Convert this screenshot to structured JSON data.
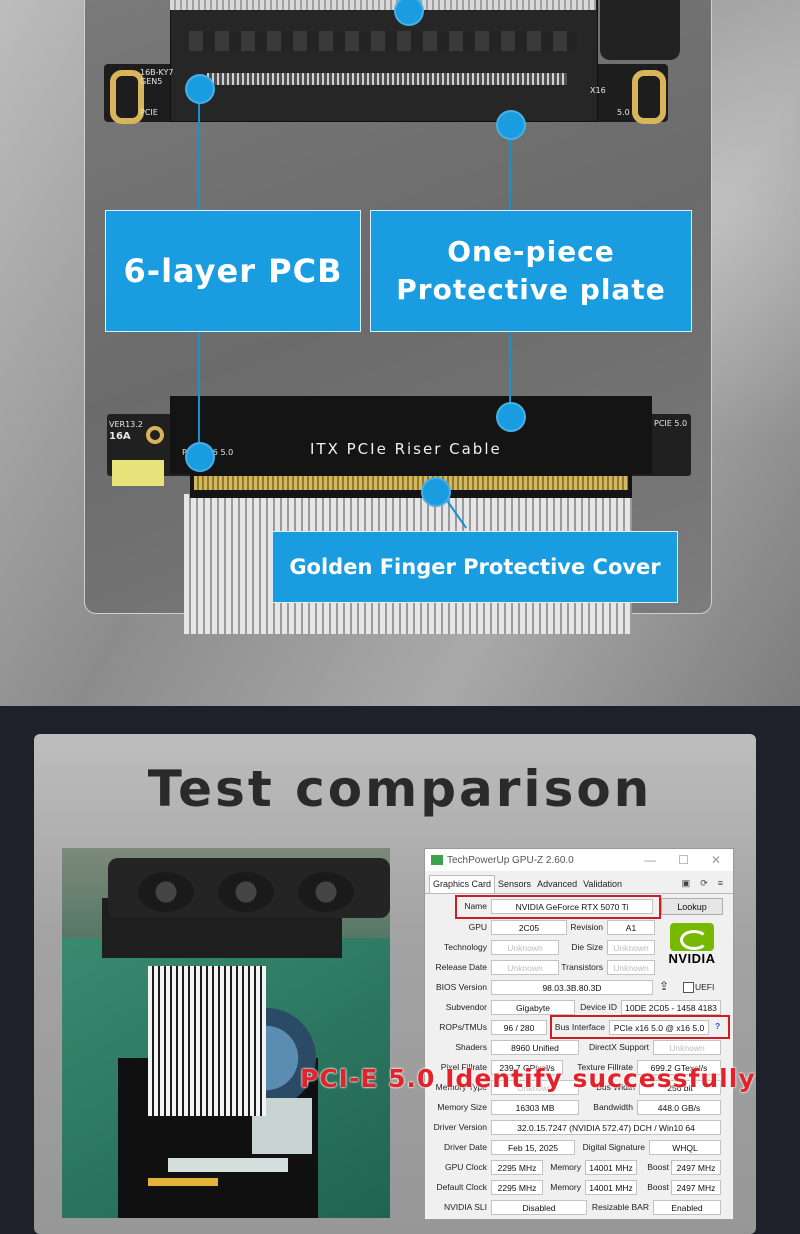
{
  "labels": {
    "pcb": "6-layer PCB",
    "plate_line1": "One-piece",
    "plate_line2": "Protective plate",
    "golden": "Golden Finger Protective Cover"
  },
  "silkscreen": {
    "top_left": "16B-KY7",
    "top_left2": "GEN5",
    "pcie_small": "PCIE",
    "x16": "X16",
    "gen_top": "5.0",
    "ver": "VER13.2",
    "amp": "16A",
    "pcie_gen": "PCIE 5.0",
    "slot_small": "PCIe X16 5.0",
    "riser_title": "ITX PCIe Riser Cable"
  },
  "section_title": "Test comparison",
  "overlay_caption": "PCI-E 5.0 Identify successfully",
  "gpuz": {
    "window_title": "TechPowerUp GPU-Z 2.60.0",
    "tabs": [
      "Graphics Card",
      "Sensors",
      "Advanced",
      "Validation"
    ],
    "lookup": "Lookup",
    "uefi": "UEFI",
    "logo_text": "NVIDIA",
    "rows": [
      {
        "label": "Name",
        "value": "NVIDIA GeForce RTX 5070 Ti"
      },
      {
        "label": "GPU",
        "value": "2C05",
        "label2": "Revision",
        "value2": "A1"
      },
      {
        "label": "Technology",
        "value": "Unknown",
        "label2": "Die Size",
        "value2": "Unknown"
      },
      {
        "label": "Release Date",
        "value": "Unknown",
        "label2": "Transistors",
        "value2": "Unknown"
      },
      {
        "label": "BIOS Version",
        "value": "98.03.3B.80.3D"
      },
      {
        "label": "Subvendor",
        "value": "Gigabyte",
        "label2": "Device ID",
        "value2": "10DE 2C05 - 1458 4183"
      },
      {
        "label": "ROPs/TMUs",
        "value": "96 / 280",
        "label2": "Bus Interface",
        "value2": "PCIe x16 5.0 @ x16 5.0"
      },
      {
        "label": "Shaders",
        "value": "8960 Unified",
        "label2": "DirectX Support",
        "value2": "Unknown"
      },
      {
        "label": "Pixel Fillrate",
        "value": "239.7 GPixel/s",
        "label2": "Texture Fillrate",
        "value2": "699.2 GTexel/s"
      },
      {
        "label": "Memory Type",
        "value": "Unknown",
        "label2": "Bus Width",
        "value2": "256 bit"
      },
      {
        "label": "Memory Size",
        "value": "16303 MB",
        "label2": "Bandwidth",
        "value2": "448.0 GB/s"
      },
      {
        "label": "Driver Version",
        "value": "32.0.15.7247 (NVIDIA 572.47) DCH / Win10 64"
      },
      {
        "label": "Driver Date",
        "value": "Feb 15, 2025",
        "label2": "Digital Signature",
        "value2": "WHQL"
      },
      {
        "label": "GPU Clock",
        "value": "2295 MHz",
        "label2": "Memory",
        "value2": "14001 MHz",
        "label3": "Boost",
        "value3": "2497 MHz"
      },
      {
        "label": "Default Clock",
        "value": "2295 MHz",
        "label2": "Memory",
        "value2": "14001 MHz",
        "label3": "Boost",
        "value3": "2497 MHz"
      },
      {
        "label": "NVIDIA SLI",
        "value": "Disabled",
        "label2": "Resizable BAR",
        "value2": "Enabled"
      }
    ]
  },
  "colors": {
    "accent": "#1a9de0",
    "highlight": "#d11b22",
    "nvidia": "#76b900"
  }
}
